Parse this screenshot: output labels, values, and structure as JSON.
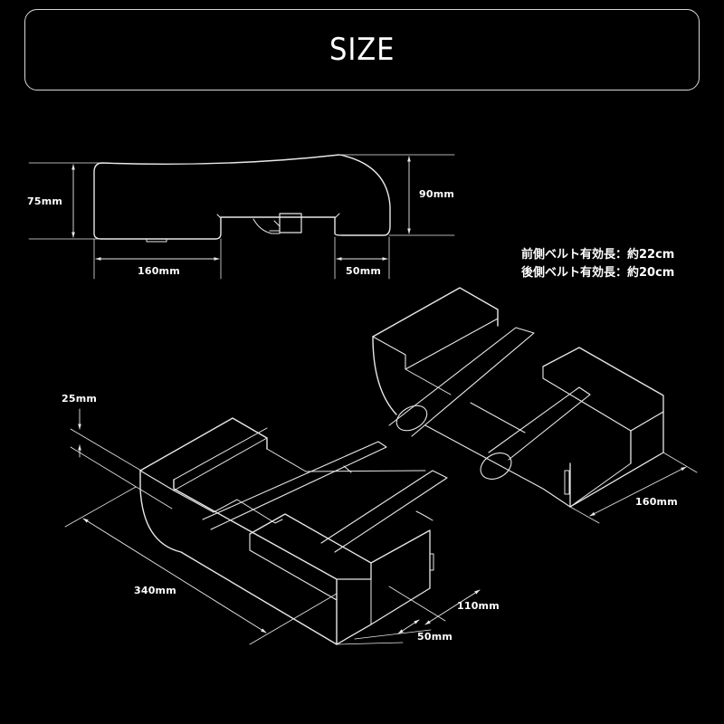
{
  "title": "SIZE",
  "side_view": {
    "height_left": "75mm",
    "height_right": "90mm",
    "width_front": "160mm",
    "width_back": "50mm"
  },
  "belt_notes": [
    "前側ベルト有効長：約22cm",
    "後側ベルト有効長：約20cm"
  ],
  "iso_left": {
    "thickness": "25mm",
    "length": "340mm",
    "width_back": "110mm",
    "width_front": "50mm"
  },
  "iso_right": {
    "width": "160mm"
  },
  "colors": {
    "background": "#000000",
    "line": "#e8e8e8",
    "text": "#ffffff"
  }
}
